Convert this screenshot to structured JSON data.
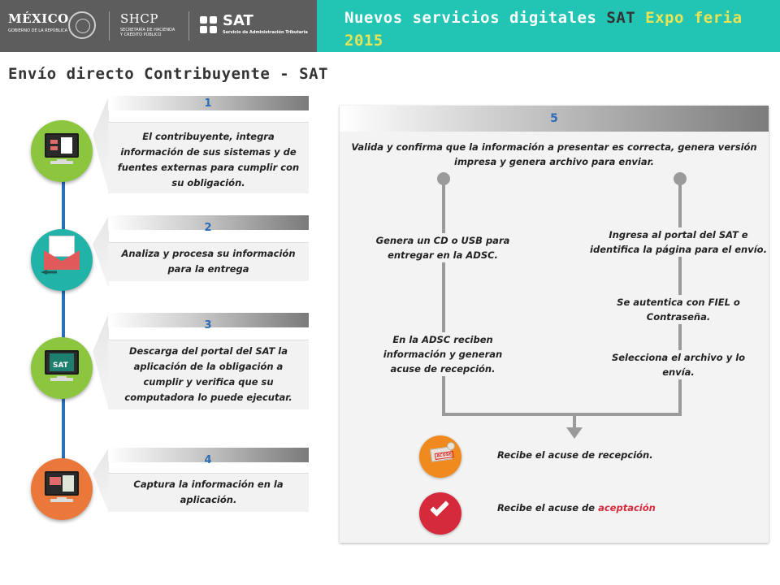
{
  "header": {
    "mexico_logo": "MÉXICO",
    "mexico_sub": "GOBIERNO DE LA REPÚBLICA",
    "shcp_logo": "SHCP",
    "shcp_sub_1": "SECRETARÍA DE HACIENDA",
    "shcp_sub_2": "Y CRÉDITO PÚBLICO",
    "sat_logo": "SAT",
    "sat_sub": "Servicio de Administración Tributaria",
    "banner_title_part1": "Nuevos servicios digitales",
    "banner_title_sat": "SAT",
    "banner_title_part2": "Expo feria 2015"
  },
  "page_title": "Envío directo Contribuyente - SAT",
  "steps": [
    {
      "number": "1",
      "text": "El contribuyente, integra información de sus sistemas y de fuentes externas para cumplir con su obligación.",
      "icon": "computer-documents-icon",
      "color": "#8cc63f"
    },
    {
      "number": "2",
      "text": "Analiza y procesa su información para la entrega",
      "icon": "envelope-icon",
      "color": "#22b3a8"
    },
    {
      "number": "3",
      "text": "Descarga del portal del SAT la aplicación de la obligación a cumplir y verifica que su computadora lo puede ejecutar.",
      "icon": "sat-computer-icon",
      "color": "#8cc63f"
    },
    {
      "number": "4",
      "text": "Captura la información en la aplicación.",
      "icon": "computer-capture-icon",
      "color": "#e9783a"
    }
  ],
  "panel": {
    "number": "5",
    "intro": "Valida y confirma que la información a presentar es correcta, genera versión impresa y genera archivo para enviar.",
    "left_branch": [
      "Genera un CD o USB para entregar en la ADSC.",
      "En la ADSC reciben información y generan acuse de recepción."
    ],
    "right_branch": [
      "Ingresa al portal del SAT e identifica la página para el envío.",
      "Se autentica con FIEL o Contraseña.",
      "Selecciona el archivo y lo envía."
    ],
    "acuse_stamp": "ACUSE",
    "result_receipt": "Recibe el acuse de recepción.",
    "result_accept_prefix": "Recibe el acuse de",
    "result_accept_word": "aceptación"
  },
  "colors": {
    "header_gray": "#5d5d5d",
    "header_teal": "#22c4b4",
    "title_yellow": "#e8e455",
    "step_number_blue": "#2b6cb5",
    "timeline_blue": "#2a6fb8",
    "acuse_orange": "#f0891e",
    "accept_red": "#d42a3c"
  }
}
